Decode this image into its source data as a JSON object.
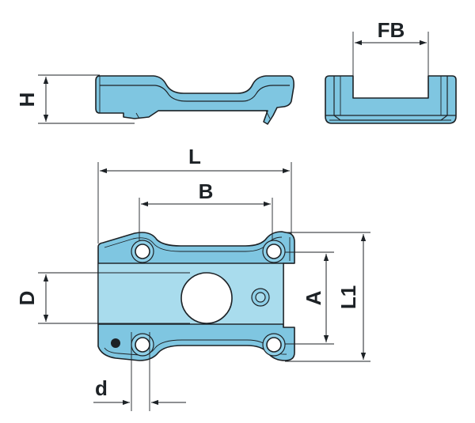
{
  "labels": {
    "fb": "FB",
    "h": "H",
    "l": "L",
    "b": "B",
    "d_upper": "D",
    "a": "A",
    "l1": "L1",
    "d_lower": "d"
  },
  "colors": {
    "part_fill": "#7fc6e1",
    "line": "#1d2226",
    "background": "#ffffff"
  }
}
